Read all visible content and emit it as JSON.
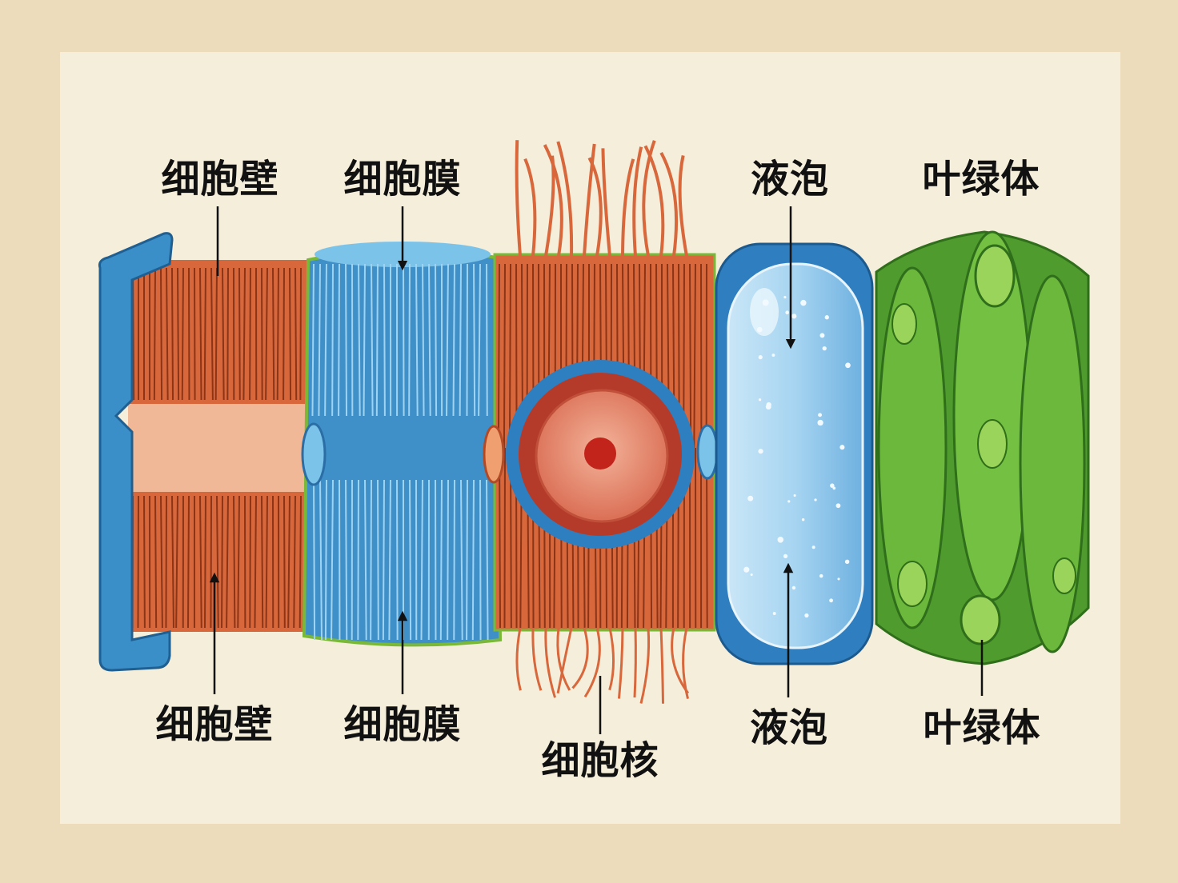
{
  "top_labels": {
    "cell_wall": "细胞壁",
    "cell_membrane": "细胞膜",
    "vacuole": "液泡",
    "chloroplast": "叶绿体"
  },
  "bottom_labels": {
    "cell_wall": "细胞壁",
    "cell_membrane": "细胞膜",
    "nucleus": "细胞核",
    "vacuole": "液泡",
    "chloroplast": "叶绿体"
  },
  "colors": {
    "background": "#ecdcbc",
    "paper": "#f5eedb",
    "wall_blue": "#3a8fc8",
    "fiber_orange": "#d8683c",
    "membrane_blue": "#3f8fc9",
    "nucleus_red": "#d9604a",
    "vacuole_blue": "#8fc6ea",
    "chloroplast_green": "#5aa832"
  }
}
